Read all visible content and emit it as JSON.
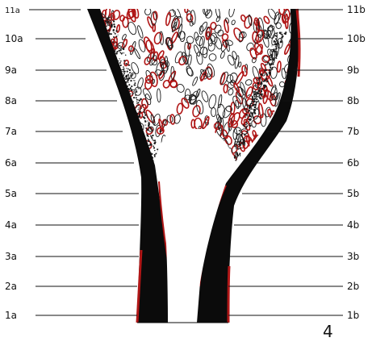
{
  "labels_left": [
    "11a",
    "10a",
    "9a",
    "8a",
    "7a",
    "6a",
    "5a",
    "4a",
    "3a",
    "2a",
    "1a"
  ],
  "labels_right": [
    "11b",
    "10b",
    "9b",
    "8b",
    "7b",
    "6b",
    "5b",
    "4b",
    "3b",
    "2b",
    "1b"
  ],
  "figure_number": "4",
  "colors": {
    "cortex": "#0b0b0b",
    "trabecula_red": "#b01616",
    "trabecula_black": "#1a1a1a",
    "background": "#ffffff"
  }
}
